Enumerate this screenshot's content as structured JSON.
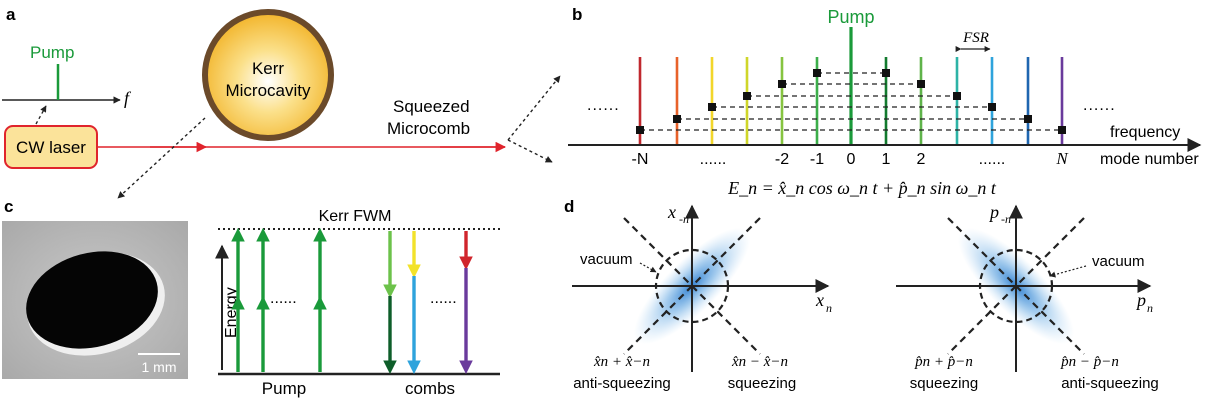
{
  "colors": {
    "pump_green": "#1a9a3a",
    "laser_red": "#e0242c",
    "laser_box_fill": "#fbe39a",
    "cavity_outer": "#6b4a2a",
    "cavity_fill": "#f2b830",
    "squeeze_blue": "#3b8fd6",
    "axis": "#222222"
  },
  "panel_a": {
    "label": "a",
    "pump_label": "Pump",
    "freq_axis_label": "f",
    "laser_label": "CW laser",
    "cavity_label_line1": "Kerr",
    "cavity_label_line2": "Microcavity",
    "output_line1": "Squeezed",
    "output_line2": "Microcomb"
  },
  "panel_b": {
    "label": "b",
    "pump_label": "Pump",
    "fsr_label": "FSR",
    "ellipsis": "......",
    "frequency_label": "frequency",
    "mode_number_label": "mode number",
    "mode_ticks": [
      "-N",
      "......",
      "-2",
      "-1",
      "0",
      "1",
      "2",
      "......",
      "N"
    ],
    "equation": "E_n = x̂_n cos ω_n t + p̂_n sin ω_n t"
  },
  "panel_c": {
    "label": "c",
    "scale_label": "1 mm",
    "fwm_label": "Kerr FWM",
    "energy_label": "Energy",
    "ellipsis": "......",
    "pump_group_label": "Pump",
    "combs_group_label": "combs"
  },
  "panel_d": {
    "label": "d",
    "left": {
      "y_axis_label": "x",
      "y_axis_sub": "-n",
      "x_axis_label": "x",
      "x_axis_sub": "n",
      "vacuum_label": "vacuum",
      "anti_formula": "x̂n + x̂−n",
      "anti_text": "anti-squeezing",
      "sq_formula": "x̂n − x̂−n",
      "sq_text": "squeezing"
    },
    "right": {
      "y_axis_label": "p",
      "y_axis_sub": "-n",
      "x_axis_label": "p",
      "x_axis_sub": "n",
      "vacuum_label": "vacuum",
      "sq_formula": "p̂n + p̂−n",
      "sq_text": "squeezing",
      "anti_formula": "p̂n − p̂−n",
      "anti_text": "anti-squeezing"
    }
  }
}
